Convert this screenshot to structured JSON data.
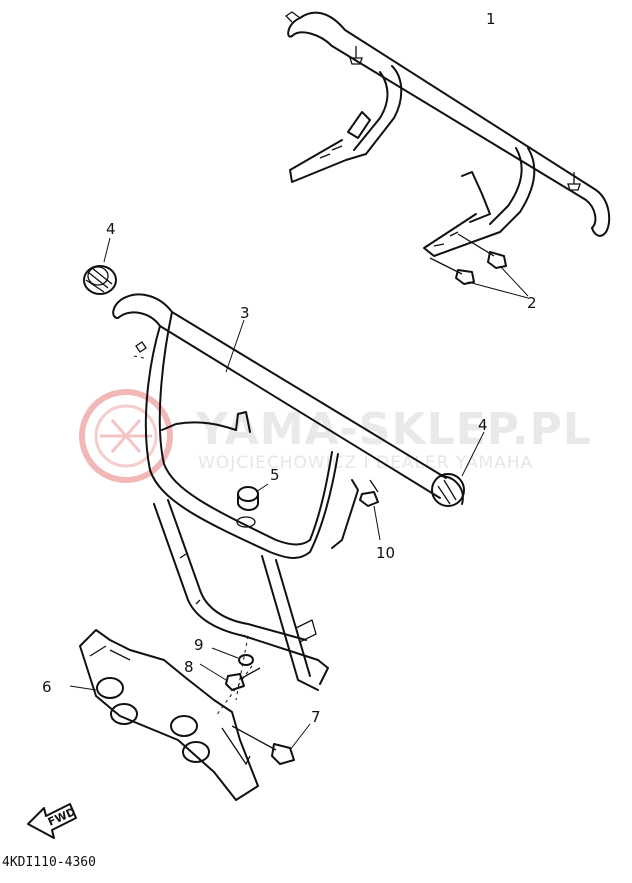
{
  "callouts": {
    "c1": "1",
    "c2": "2",
    "c3": "3",
    "c4a": "4",
    "c4b": "4",
    "c5": "5",
    "c6": "6",
    "c7": "7",
    "c8": "8",
    "c9": "9",
    "c10": "10"
  },
  "watermark": {
    "main": "YAMA-SKLEP.PL",
    "sub": "WOJCIECHOWICZ I DEALER YAMAHA"
  },
  "fwd_label": "FWD",
  "reference_code": "4KDI110-4360",
  "colors": {
    "line": "#111111",
    "watermark_logo": "#f2b8b8",
    "watermark_text": "#e6e6e6"
  }
}
